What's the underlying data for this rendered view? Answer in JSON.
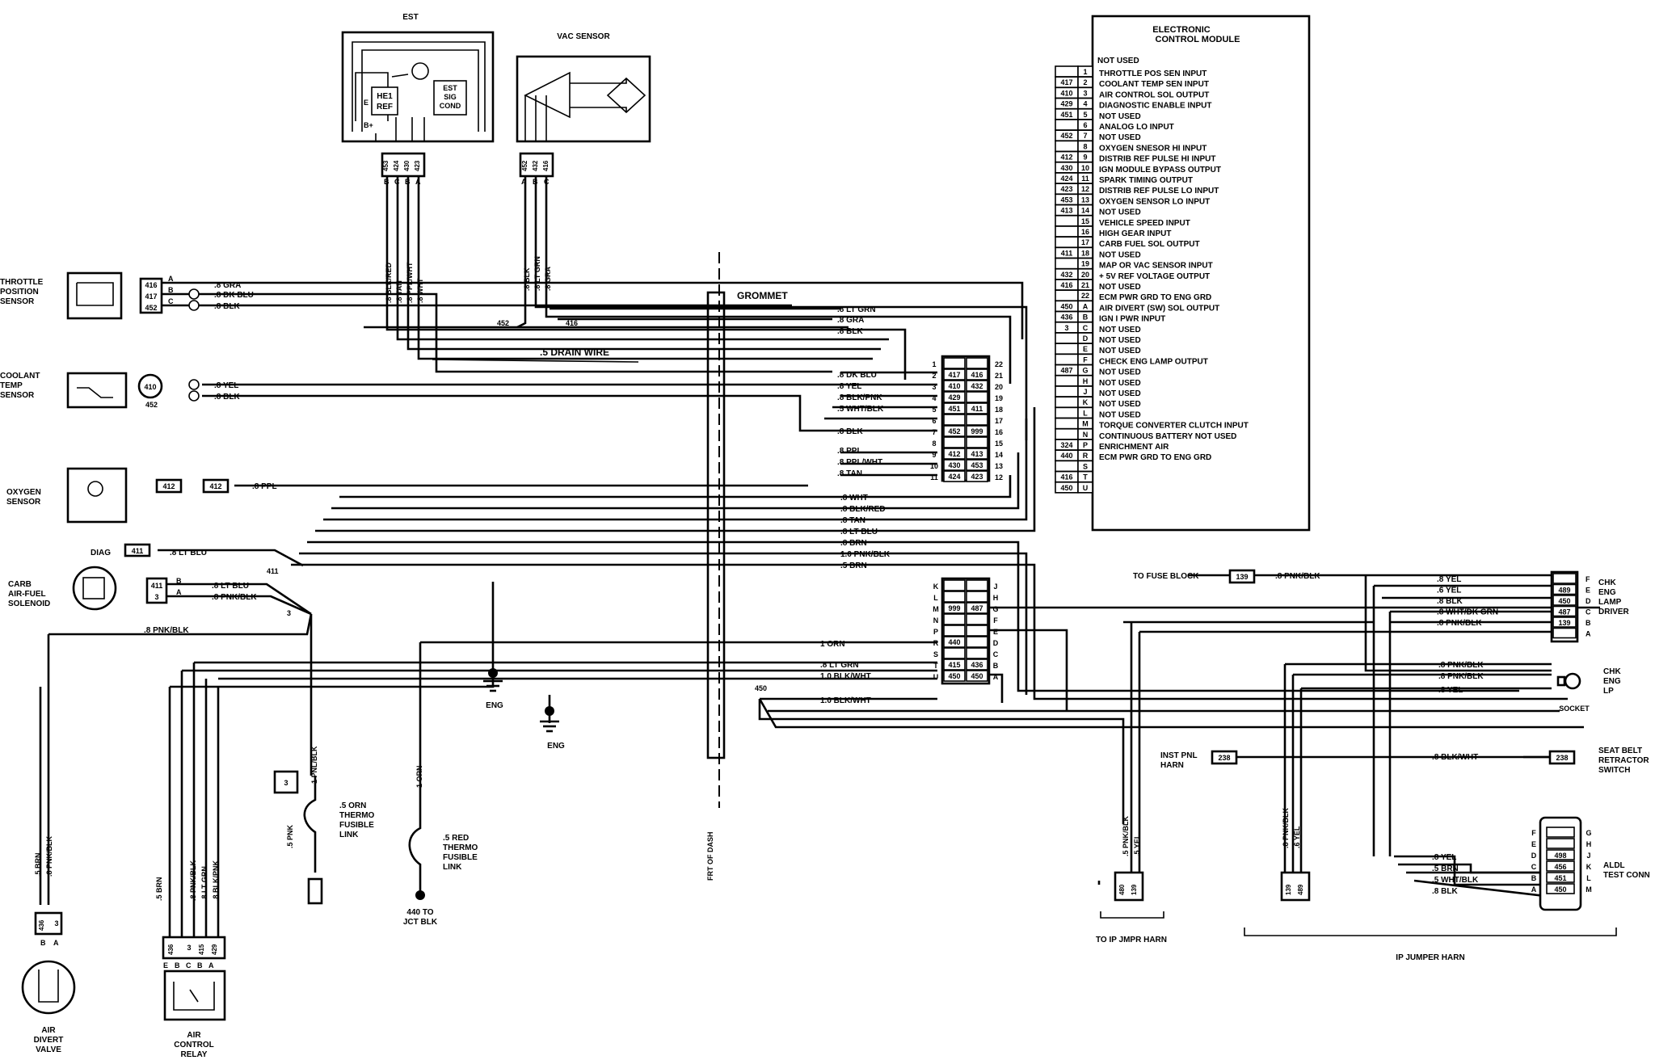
{
  "components": {
    "est": {
      "title": "EST",
      "he1": "HE1",
      "ref": "REF",
      "est_sig": "EST",
      "sig": "SIG",
      "cond": "COND",
      "bplus": "B+",
      "e": "E",
      "pins": [
        "453",
        "424",
        "430",
        "423"
      ],
      "letters": [
        "B",
        "C",
        "B",
        "A"
      ],
      "wires": [
        ".8 BLK/RED",
        ".8 TAN",
        ".8 PPL/WHT",
        ".8 WHT"
      ]
    },
    "vac": {
      "title": "VAC SENSOR",
      "pins": [
        "452",
        "432",
        "416"
      ],
      "letters": [
        "A",
        "B",
        "C"
      ],
      "wires": [
        ".8 BLK",
        ".8 LT GRN",
        ".8 GRA"
      ]
    },
    "tps": {
      "title": [
        "THROTTLE",
        "POSITION",
        "SENSOR"
      ],
      "pins": [
        "416",
        "417",
        "452"
      ],
      "letters": [
        "A",
        "B",
        "C"
      ],
      "wires": [
        ".8 GRA",
        ".8 DK BLU",
        ".8 BLK"
      ]
    },
    "cts": {
      "title": [
        "COOLANT",
        "TEMP",
        "SENSOR"
      ],
      "pin": "410",
      "ground": "452",
      "wires": [
        ".8 YEL",
        ".8 BLK"
      ]
    },
    "o2": {
      "title": [
        "OXYGEN",
        "SENSOR"
      ],
      "pin1": "412",
      "pin2": "412",
      "wire": ".8 PPL"
    },
    "diag": {
      "label": "DIAG",
      "pin": "411",
      "wire": ".8 LT BLU",
      "splice": "411"
    },
    "carb": {
      "title": [
        "CARB",
        "AIR-FUEL",
        "SOLENOID"
      ],
      "pins": [
        "411",
        "3"
      ],
      "letters": [
        "B",
        "A"
      ],
      "wires": [
        ".8 LT BLU",
        ".8 PNK/BLK"
      ],
      "splice": "3",
      "feed": ".8 PNK/BLK"
    },
    "adv": {
      "title": [
        "AIR",
        "DIVERT",
        "VALVE"
      ],
      "pins": [
        "436",
        "3"
      ],
      "letters": [
        "B",
        "A"
      ],
      "wires": [
        ".5 BRN",
        ".8 PNK/BLK"
      ]
    },
    "acr": {
      "title": [
        "AIR",
        "CONTROL",
        "RELAY"
      ],
      "pins": [
        "436",
        "3",
        "415",
        "429"
      ],
      "letters": [
        "E",
        "B",
        "C",
        "B",
        "A"
      ],
      "wires": [
        ".5 BRN",
        ".8 PNK/BLK",
        ".8 LT GRN",
        ".8 BLK/PNK"
      ]
    },
    "fl1": {
      "pin": "3",
      "wire_in": ".5 PNK",
      "wire_out": "1 PNL/BLK",
      "label": [
        ".5 ORN",
        "THERMO",
        "FUSIBLE",
        "LINK"
      ]
    },
    "fl2": {
      "wire_in": "1 ORN",
      "label": [
        ".5 RED",
        "THERMO",
        "FUSIBLE",
        "LINK"
      ],
      "dest": [
        "440 TO",
        "JCT BLK"
      ]
    },
    "eng1": "ENG",
    "eng2": "ENG",
    "grommet": "GROMMET",
    "drain": ".5 DRAIN WIRE",
    "dash": "FRT OF DASH",
    "node452": "452",
    "node416": "416",
    "node450": "450"
  },
  "ecm": {
    "title": [
      "ELECTRONIC",
      "CONTROL MODULE"
    ],
    "first": "NOT USED",
    "pins": [
      {
        "pin": "1",
        "circuit": "",
        "func": "THROTTLE POS SEN INPUT"
      },
      {
        "pin": "2",
        "circuit": "417",
        "func": "COOLANT TEMP SEN INPUT"
      },
      {
        "pin": "3",
        "circuit": "410",
        "func": "AIR CONTROL SOL OUTPUT"
      },
      {
        "pin": "4",
        "circuit": "429",
        "func": "DIAGNOSTIC ENABLE INPUT"
      },
      {
        "pin": "5",
        "circuit": "451",
        "func": "NOT USED"
      },
      {
        "pin": "6",
        "circuit": "",
        "func": "ANALOG LO INPUT"
      },
      {
        "pin": "7",
        "circuit": "452",
        "func": "NOT USED"
      },
      {
        "pin": "8",
        "circuit": "",
        "func": "OXYGEN SNESOR HI INPUT"
      },
      {
        "pin": "9",
        "circuit": "412",
        "func": "DISTRIB REF PULSE HI INPUT"
      },
      {
        "pin": "10",
        "circuit": "430",
        "func": "IGN MODULE BYPASS OUTPUT"
      },
      {
        "pin": "11",
        "circuit": "424",
        "func": "SPARK TIMING OUTPUT"
      },
      {
        "pin": "12",
        "circuit": "423",
        "func": "DISTRIB REF PULSE LO INPUT"
      },
      {
        "pin": "13",
        "circuit": "453",
        "func": "OXYGEN SENSOR LO INPUT"
      },
      {
        "pin": "14",
        "circuit": "413",
        "func": "NOT USED"
      },
      {
        "pin": "15",
        "circuit": "",
        "func": "VEHICLE SPEED INPUT"
      },
      {
        "pin": "16",
        "circuit": "",
        "func": "HIGH GEAR INPUT"
      },
      {
        "pin": "17",
        "circuit": "",
        "func": "CARB FUEL SOL OUTPUT"
      },
      {
        "pin": "18",
        "circuit": "411",
        "func": "NOT USED"
      },
      {
        "pin": "19",
        "circuit": "",
        "func": "MAP OR VAC SENSOR INPUT"
      },
      {
        "pin": "20",
        "circuit": "432",
        "func": "+ 5V REF VOLTAGE OUTPUT"
      },
      {
        "pin": "21",
        "circuit": "416",
        "func": "NOT USED"
      },
      {
        "pin": "22",
        "circuit": "",
        "func": "ECM PWR GRD TO ENG GRD"
      },
      {
        "pin": "A",
        "circuit": "450",
        "func": "AIR DIVERT (SW) SOL OUTPUT"
      },
      {
        "pin": "B",
        "circuit": "436",
        "func": "IGN I PWR INPUT"
      },
      {
        "pin": "C",
        "circuit": "3",
        "func": "NOT USED"
      },
      {
        "pin": "D",
        "circuit": "",
        "func": "NOT USED"
      },
      {
        "pin": "E",
        "circuit": "",
        "func": "NOT USED"
      },
      {
        "pin": "F",
        "circuit": "",
        "func": "CHECK ENG LAMP OUTPUT"
      },
      {
        "pin": "G",
        "circuit": "487",
        "func": "NOT USED"
      },
      {
        "pin": "H",
        "circuit": "",
        "func": "NOT USED"
      },
      {
        "pin": "J",
        "circuit": "",
        "func": "NOT USED"
      },
      {
        "pin": "K",
        "circuit": "",
        "func": "NOT USED"
      },
      {
        "pin": "L",
        "circuit": "",
        "func": "NOT USED"
      },
      {
        "pin": "M",
        "circuit": "",
        "func": "TORQUE CONVERTER CLUTCH INPUT"
      },
      {
        "pin": "N",
        "circuit": "",
        "func": "CONTINUOUS BATTERY   NOT USED"
      },
      {
        "pin": "P",
        "circuit": "324",
        "func": "ENRICHMENT AIR"
      },
      {
        "pin": "R",
        "circuit": "440",
        "func": "ECM PWR GRD TO ENG GRD"
      },
      {
        "pin": "S",
        "circuit": "",
        "func": ""
      },
      {
        "pin": "T",
        "circuit": "416",
        "func": ""
      },
      {
        "pin": "U",
        "circuit": "450",
        "func": ""
      }
    ]
  },
  "c1": {
    "rows": [
      {
        "l": "1",
        "a": "",
        "b": "",
        "r": "22"
      },
      {
        "l": "2",
        "a": "417",
        "b": "416",
        "r": "21"
      },
      {
        "l": "3",
        "a": "410",
        "b": "432",
        "r": "20"
      },
      {
        "l": "4",
        "a": "429",
        "b": "",
        "r": "19"
      },
      {
        "l": "5",
        "a": "451",
        "b": "411",
        "r": "18"
      },
      {
        "l": "6",
        "a": "",
        "b": "",
        "r": "17"
      },
      {
        "l": "7",
        "a": "452",
        "b": "999",
        "r": "16"
      },
      {
        "l": "8",
        "a": "",
        "b": "",
        "r": "15"
      },
      {
        "l": "9",
        "a": "412",
        "b": "413",
        "r": "14"
      },
      {
        "l": "10",
        "a": "430",
        "b": "453",
        "r": "13"
      },
      {
        "l": "11",
        "a": "424",
        "b": "423",
        "r": "12"
      }
    ],
    "wires": [
      ".8 DK BLU",
      ".8 YEL",
      ".8 BLK/PNK",
      ".5 WHT/BLK",
      ".8 BLK",
      ".8 PPL",
      ".8 PPL/WHT",
      ".8 TAN"
    ],
    "top_wires": [
      ".8 LT GRN",
      ".8 GRA",
      ".8 BLK"
    ],
    "lower_wires": [
      ".8 WHT",
      ".8 BLK/RED",
      ".8 TAN",
      ".8 LT BLU",
      ".8 BRN",
      "1.0 PNK/BLK",
      ".5 BRN"
    ]
  },
  "c2": {
    "rows": [
      {
        "l": "K",
        "a": "",
        "b": "",
        "r": "J"
      },
      {
        "l": "L",
        "a": "",
        "b": "",
        "r": "H"
      },
      {
        "l": "M",
        "a": "999",
        "b": "487",
        "r": "G"
      },
      {
        "l": "N",
        "a": "",
        "b": "",
        "r": "F"
      },
      {
        "l": "P",
        "a": "",
        "b": "",
        "r": "E"
      },
      {
        "l": "R",
        "a": "440",
        "b": "",
        "r": "D"
      },
      {
        "l": "S",
        "a": "",
        "b": "",
        "r": "C"
      },
      {
        "l": "T",
        "a": "415",
        "b": "436",
        "r": "B"
      },
      {
        "l": "U",
        "a": "450",
        "b": "450",
        "r": "A"
      }
    ],
    "wires": [
      "1 ORN",
      ".8 LT GRN",
      "1.0 BLK/WHT",
      "1.0 BLK/WHT"
    ]
  },
  "right": {
    "fuse": {
      "label": "TO FUSE BLOCK",
      "pin": "139",
      "wire": ".8 PNK/BLK"
    },
    "driver": {
      "title": [
        "CHK",
        "ENG",
        "LAMP",
        "DRIVER"
      ],
      "rows": [
        {
          "l": "F",
          "p": "",
          "w": ".8 YEL"
        },
        {
          "l": "E",
          "p": "489",
          "w": ".6 YEL"
        },
        {
          "l": "D",
          "p": "450",
          "w": ".8 BLK"
        },
        {
          "l": "C",
          "p": "487",
          "w": ".8 WHT/DK GRN"
        },
        {
          "l": "B",
          "p": "139",
          "w": ".8 PNK/BLK"
        },
        {
          "l": "A",
          "p": "",
          "w": ""
        }
      ]
    },
    "lamp": {
      "title": [
        "CHK",
        "ENG",
        "LP"
      ],
      "socket": "SOCKET",
      "wires": [
        ".8 PNK/BLK",
        ".8 PNK/BLK",
        ".8 YEL"
      ]
    },
    "instpnl": {
      "title": [
        "INST PNL",
        "HARN"
      ],
      "pin": "238",
      "wire": ".8 BLK/WHT"
    },
    "seatbelt": {
      "title": [
        "SEAT BELT",
        "RETRACTOR",
        "SWITCH"
      ],
      "pin": "238"
    },
    "aldl": {
      "title": [
        "ALDL",
        "TEST CONN"
      ],
      "left": [
        "F",
        "E",
        "D",
        "C",
        "B",
        "A"
      ],
      "right": [
        "G",
        "H",
        "J",
        "K",
        "L",
        "M"
      ],
      "pins": [
        "",
        "",
        "498",
        "456",
        "451",
        "450"
      ],
      "wires": [
        ".8 YEL",
        ".5 BRN",
        ".5 WHT/BLK",
        ".8 BLK"
      ]
    },
    "jmpr1": {
      "wires": [
        ".5 PNK/BLK",
        ".5 YEL"
      ],
      "pins": [
        "480",
        "139"
      ],
      "label": "TO IP JMPR HARN"
    },
    "jmpr2": {
      "wires": [
        ".8 PNK/BLK",
        ".6 YEL"
      ],
      "pins": [
        "139",
        "489"
      ],
      "label": "IP JUMPER HARN"
    }
  }
}
